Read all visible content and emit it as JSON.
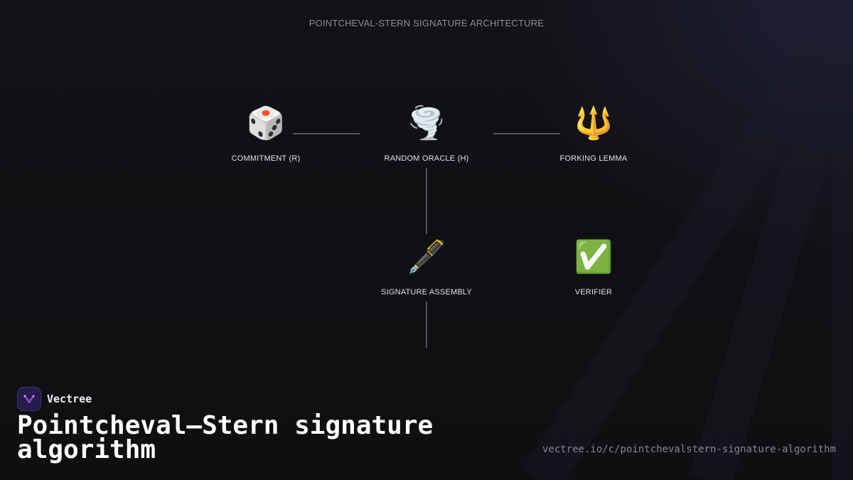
{
  "diagram": {
    "title": "POINTCHEVAL-STERN SIGNATURE ARCHITECTURE",
    "nodes": [
      {
        "id": "commitment",
        "icon": "game-die-icon",
        "glyph": "🎲",
        "label": "COMMITMENT (R)"
      },
      {
        "id": "oracle",
        "icon": "tornado-icon",
        "glyph": "🌪️",
        "label": "RANDOM ORACLE (H)"
      },
      {
        "id": "forking",
        "icon": "trident-icon",
        "glyph": "🔱",
        "label": "FORKING LEMMA"
      },
      {
        "id": "assembly",
        "icon": "fountain-pen-icon",
        "glyph": "🖋️",
        "label": "SIGNATURE ASSEMBLY"
      },
      {
        "id": "verifier",
        "icon": "check-mark-button-icon",
        "glyph": "✅",
        "label": "VERIFIER"
      }
    ],
    "edges": [
      {
        "from": "commitment",
        "to": "oracle"
      },
      {
        "from": "oracle",
        "to": "forking"
      },
      {
        "from": "oracle",
        "to": "assembly"
      },
      {
        "from": "assembly",
        "to": "below"
      }
    ],
    "edge_color": "#6b6b73"
  },
  "brand": {
    "name": "Vectree",
    "logo_icon": "vectree-logo-icon",
    "accent": "#8b4fd8"
  },
  "page": {
    "title": "Pointcheval–Stern signature algorithm",
    "url": "vectree.io/c/pointchevalstern-signature-algorithm"
  }
}
